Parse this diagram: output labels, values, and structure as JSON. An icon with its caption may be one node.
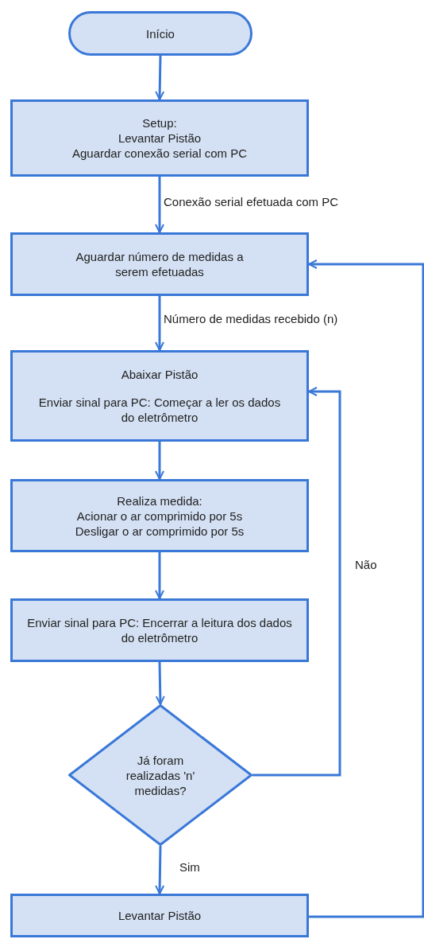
{
  "diagram": {
    "nodes": [
      {
        "text": [
          "Início"
        ]
      },
      {
        "text": [
          "Setup:",
          "Levantar Pistão",
          "Aguardar conexão serial com PC"
        ]
      },
      {
        "text": [
          "Aguardar número de medidas a serem efetuadas"
        ]
      },
      {
        "text": [
          "Abaixar Pistão",
          "Enviar sinal para PC: Começar a ler os dados do eletrômetro"
        ]
      },
      {
        "text": [
          "Realiza medida:",
          "Acionar o ar comprimido por 5s",
          "Desligar o ar comprimido por 5s"
        ]
      },
      {
        "text": [
          "Enviar sinal para PC: Encerrar a leitura dos dados do eletrômetro"
        ]
      },
      {
        "text": [
          "Já foram realizadas 'n' medidas?"
        ]
      },
      {
        "text": [
          "Levantar Pistão"
        ]
      }
    ],
    "edges": [
      {
        "from": 0,
        "to": 1,
        "arrow": "to"
      },
      {
        "from": 1,
        "to": 2,
        "arrow": "to",
        "label": "Conexão serial efetuada com PC"
      },
      {
        "from": 2,
        "to": 3,
        "arrow": "to",
        "label": "Número de medidas recebido (n)"
      },
      {
        "from": 3,
        "to": 4,
        "arrow": "to"
      },
      {
        "from": 4,
        "to": 5,
        "arrow": "to"
      },
      {
        "from": 5,
        "to": 6,
        "arrow": "to"
      },
      {
        "from": 6,
        "to": 3,
        "arrow": "to",
        "label": "Não"
      },
      {
        "from": 6,
        "to": 7,
        "arrow": "to",
        "label": "Sim"
      },
      {
        "from": 7,
        "to": 2,
        "arrow": "to"
      }
    ]
  }
}
